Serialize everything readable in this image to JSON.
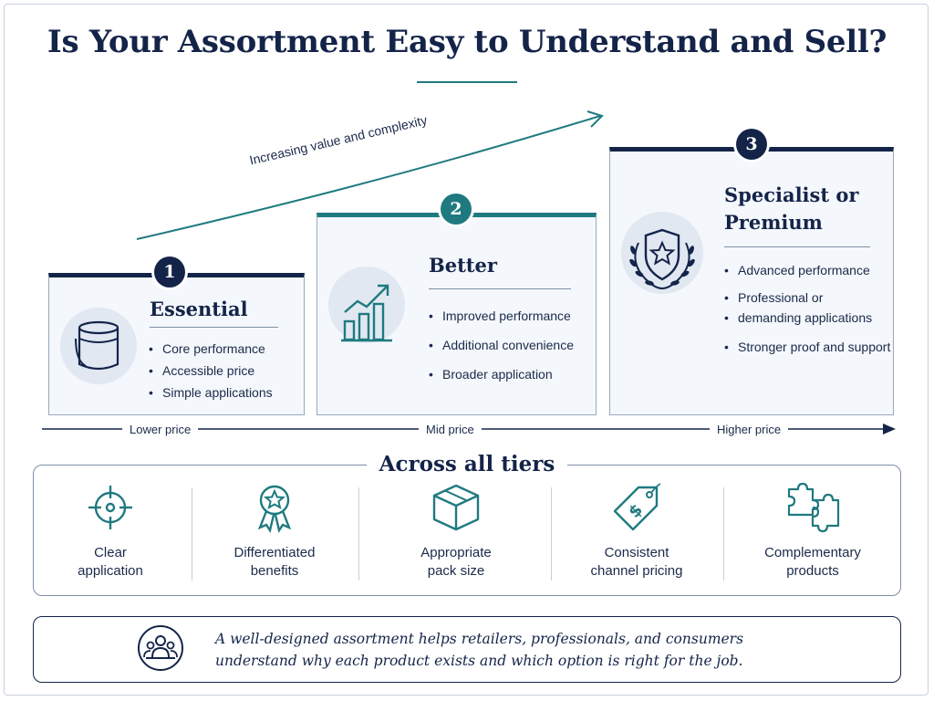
{
  "title": "Is Your Assortment Easy to Understand and Sell?",
  "trend_label": "Increasing value and complexity",
  "tiers": [
    {
      "number": "1",
      "name": "Essential",
      "icon": "paint-can-icon",
      "bullets": [
        "Core performance",
        "Accessible price",
        "Simple applications"
      ]
    },
    {
      "number": "2",
      "name": "Better",
      "icon": "bar-chart-growth-icon",
      "bullets": [
        "Improved performance",
        "Additional convenience",
        "Broader application"
      ]
    },
    {
      "number": "3",
      "name_line1": "Specialist or",
      "name_line2": "Premium",
      "icon": "shield-star-laurel-icon",
      "bullets": [
        "Advanced performance",
        "Professional or",
        "demanding applications",
        "Stronger proof and support"
      ]
    }
  ],
  "price_axis": {
    "low": "Lower price",
    "mid": "Mid price",
    "high": "Higher price"
  },
  "across": {
    "title": "Across all tiers",
    "items": [
      {
        "line1": "Clear",
        "line2": "application",
        "icon": "target-icon"
      },
      {
        "line1": "Differentiated",
        "line2": "benefits",
        "icon": "award-ribbon-icon"
      },
      {
        "line1": "Appropriate",
        "line2": "pack size",
        "icon": "box-icon"
      },
      {
        "line1": "Consistent",
        "line2": "channel pricing",
        "icon": "price-tag-icon"
      },
      {
        "line1": "Complementary",
        "line2": "products",
        "icon": "puzzle-icon"
      }
    ]
  },
  "summary": {
    "line1": "A well-designed assortment helps retailers, professionals, and consumers",
    "line2": "understand why each product exists and which option is right for the job.",
    "icon": "people-group-icon"
  },
  "colors": {
    "navy": "#142449",
    "teal": "#1f7a80",
    "card_bg": "#f4f7fb"
  }
}
